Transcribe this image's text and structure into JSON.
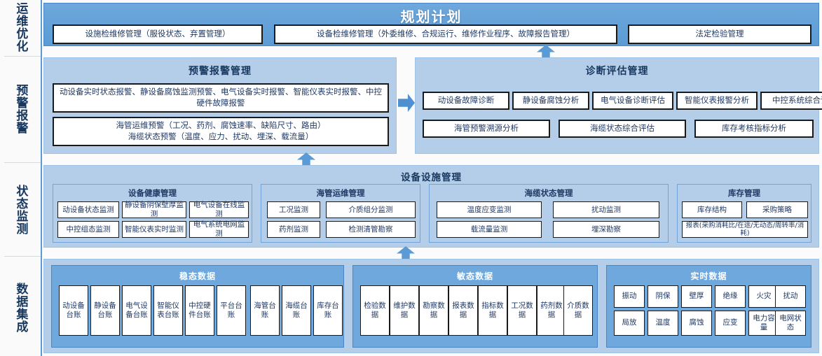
{
  "sidebar": {
    "items": [
      {
        "label": "运维优化"
      },
      {
        "label": "预警报警"
      },
      {
        "label": "状态监测"
      },
      {
        "label": "数据集成"
      }
    ]
  },
  "row_planning": {
    "title": "规划计划",
    "boxes": [
      {
        "label": "设施检维修管理（服役状态、弃置管理）"
      },
      {
        "label": "设备检维修管理（外委维修、合规运行、维修作业程序、故障报告管理）"
      },
      {
        "label": "法定检验管理"
      }
    ]
  },
  "row_alarm": {
    "left_panel": {
      "title": "预警报警管理",
      "boxes": [
        {
          "label": "动设备实时状态报警、静设备腐蚀监测预警、电气设备实时报警、智能仪表实时报警、中控硬件故障报警"
        },
        {
          "label": "海管运维预警（工况、药剂、腐蚀速率、缺陷尺寸、路由）\n海缆状态预警（温度、应力、扰动、埋深、载流量）"
        }
      ]
    },
    "right_panel": {
      "title": "诊断评估管理",
      "top_row": [
        {
          "label": "动设备故障诊断"
        },
        {
          "label": "静设备腐蚀分析"
        },
        {
          "label": "电气设备诊断评估"
        },
        {
          "label": "智能仪表报警分析"
        },
        {
          "label": "中控系统综合评估"
        }
      ],
      "bottom_row": [
        {
          "label": "海管预警溯源分析"
        },
        {
          "label": "海缆状态综合评估"
        },
        {
          "label": "库存考核指标分析"
        }
      ]
    }
  },
  "row_equipment": {
    "title": "设备设施管理",
    "groups": [
      {
        "title": "设备健康管理",
        "row1": [
          {
            "label": "动设备状态监测"
          },
          {
            "label": "静设备阴保壁厚监测"
          },
          {
            "label": "电气设备在线监测"
          }
        ],
        "row2": [
          {
            "label": "中控组态监测"
          },
          {
            "label": "智能仪表实时监测"
          },
          {
            "label": "电气系统电网监测"
          }
        ]
      },
      {
        "title": "海管运维管理",
        "row1": [
          {
            "label": "工况监测"
          },
          {
            "label": "介质组分监测"
          }
        ],
        "row2": [
          {
            "label": "药剂监测"
          },
          {
            "label": "检测清管勘察"
          }
        ]
      },
      {
        "title": "海缆状态管理",
        "row1": [
          {
            "label": "温度应变监测"
          },
          {
            "label": "扰动监测"
          }
        ],
        "row2": [
          {
            "label": "载流量监测"
          },
          {
            "label": "埋深勘察"
          }
        ]
      },
      {
        "title": "库存管理",
        "row1": [
          {
            "label": "库存结构"
          },
          {
            "label": "采购策略"
          }
        ],
        "row2": [
          {
            "label": "报表(采购消耗比/在途/无动态/周转率/消耗)"
          }
        ]
      }
    ]
  },
  "row_data": {
    "groups": [
      {
        "title": "稳态数据",
        "layout": "tall",
        "items": [
          {
            "label": "动设备台账"
          },
          {
            "label": "静设备台账"
          },
          {
            "label": "电气设备台账"
          },
          {
            "label": "智能仪表台账"
          },
          {
            "label": "中控硬件台账"
          },
          {
            "label": "平台台账"
          },
          {
            "label": "海管台账"
          },
          {
            "label": "海缆台账"
          },
          {
            "label": "库存台账"
          }
        ]
      },
      {
        "title": "敏态数据",
        "layout": "tall",
        "items": [
          {
            "label": "检验数据"
          },
          {
            "label": "维护数据"
          },
          {
            "label": "勘察数据"
          },
          {
            "label": "报表数据"
          },
          {
            "label": "指标数据"
          },
          {
            "label": "工况数据"
          },
          {
            "label": "药剂数据"
          },
          {
            "label": "介质数据"
          }
        ]
      },
      {
        "title": "实时数据",
        "layout": "grid",
        "row1": [
          {
            "label": "振动"
          },
          {
            "label": "阴保"
          },
          {
            "label": "壁厚"
          },
          {
            "label": "绝缘"
          },
          {
            "label": "火灾"
          },
          {
            "label": "扰动"
          }
        ],
        "row2": [
          {
            "label": "局放"
          },
          {
            "label": "温度"
          },
          {
            "label": "腐蚀"
          },
          {
            "label": "应变"
          },
          {
            "label": "电力容量"
          },
          {
            "label": "电网状态"
          }
        ]
      }
    ]
  },
  "colors": {
    "brand_blue": "#5b9bd5",
    "panel_blue": "#b4cde8",
    "group_blue": "#6fa8dc",
    "text_navy": "#1f3864"
  }
}
